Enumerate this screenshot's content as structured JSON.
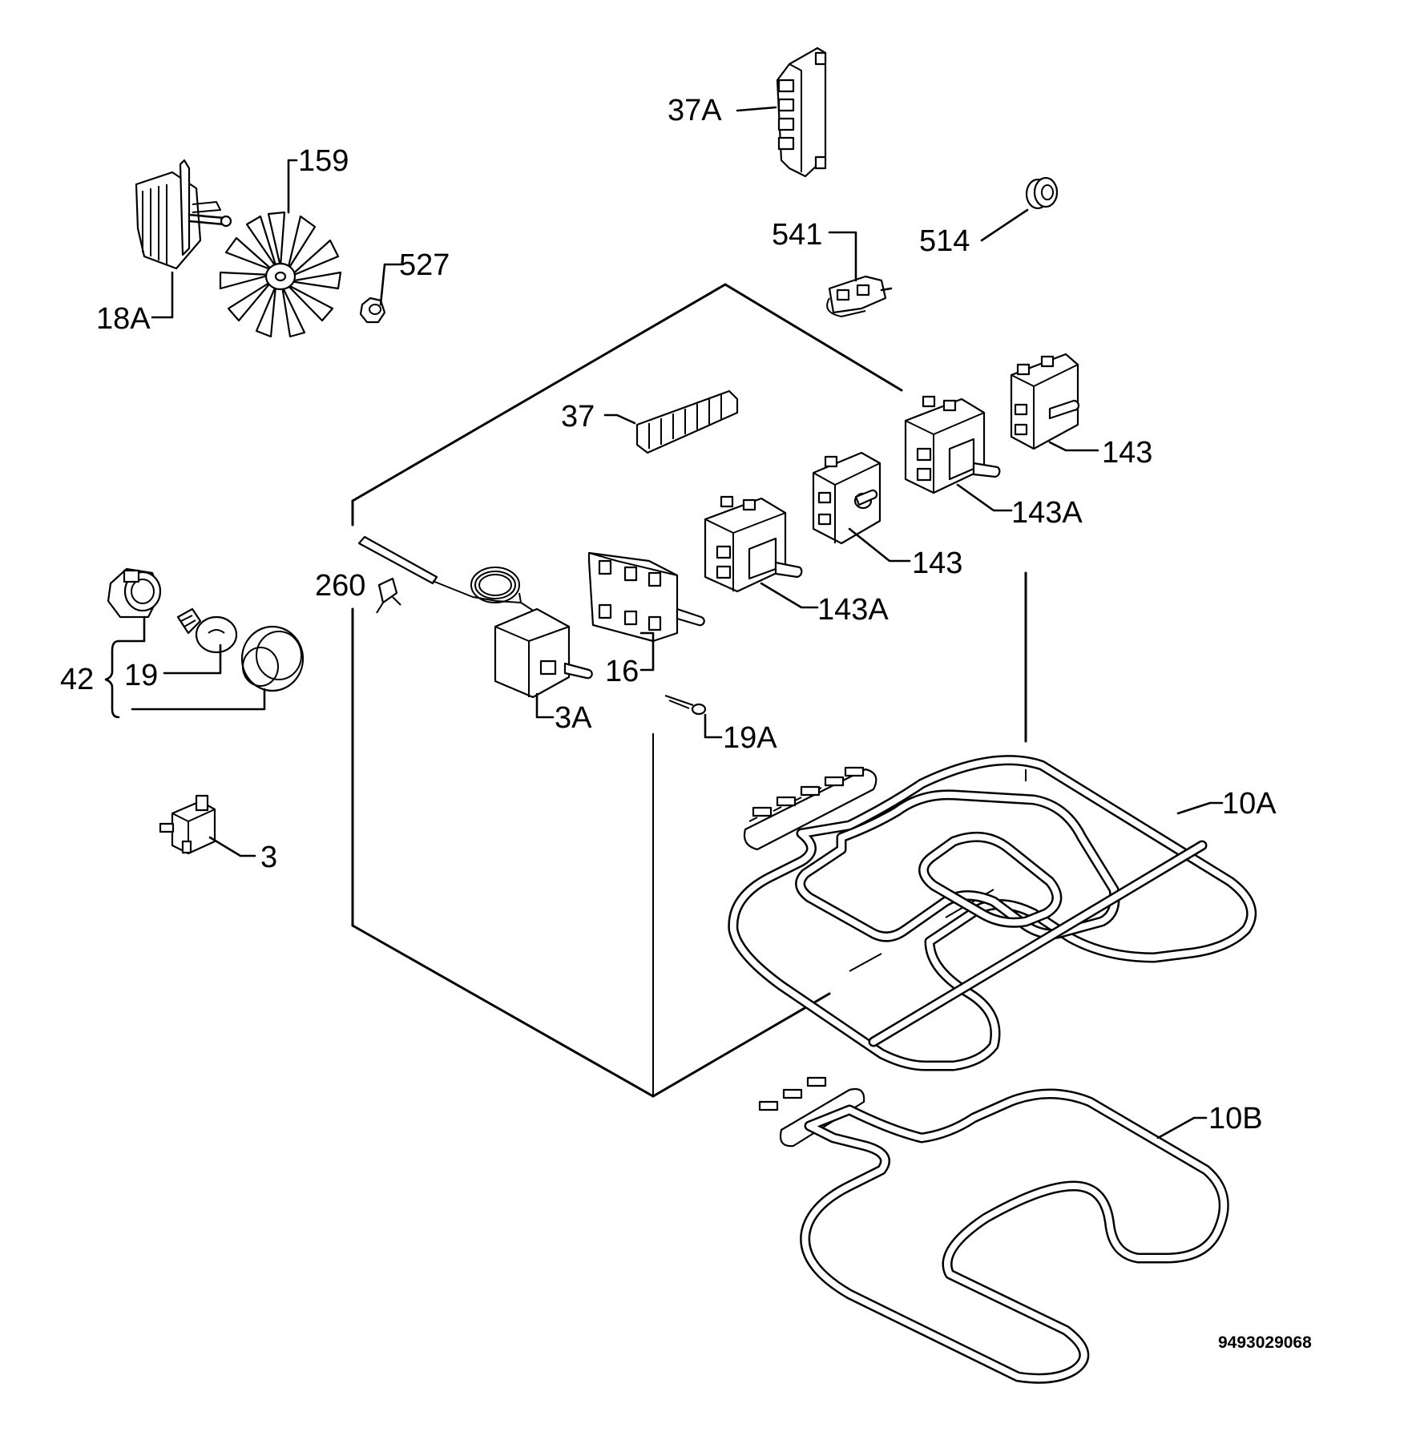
{
  "labels": {
    "l_37a": "37A",
    "l_159": "159",
    "l_541": "541",
    "l_514": "514",
    "l_527": "527",
    "l_18a": "18A",
    "l_37": "37",
    "l_143_top": "143",
    "l_143a_top": "143A",
    "l_143_mid": "143",
    "l_143a_mid": "143A",
    "l_260": "260",
    "l_16": "16",
    "l_3a": "3A",
    "l_42": "42",
    "l_19": "19",
    "l_19a": "19A",
    "l_3": "3",
    "l_10a": "10A",
    "l_10b": "10B"
  },
  "document_number": "9493029068"
}
